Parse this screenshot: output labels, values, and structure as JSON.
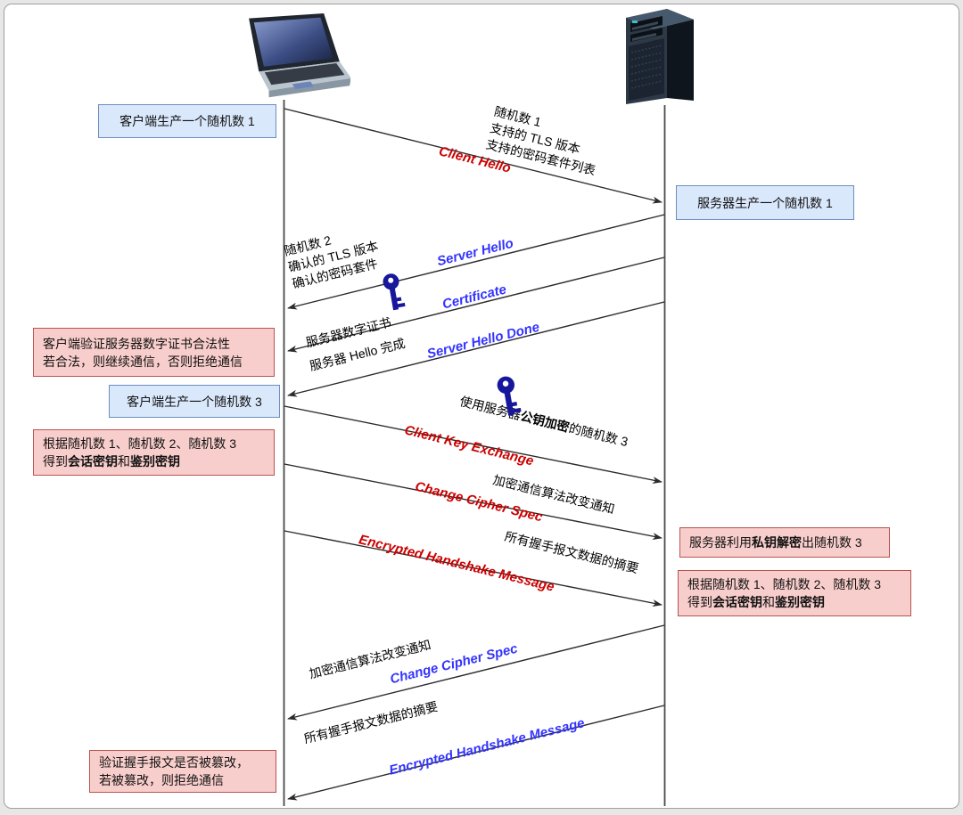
{
  "colors": {
    "note_blue_bg": "#dae8fc",
    "note_blue_border": "#6c8ebf",
    "note_pink_bg": "#f8cecc",
    "note_pink_border": "#b85450",
    "label_red": "#cc0000",
    "label_blue": "#3333ff",
    "key_icon_blue": "#17179b",
    "line_color": "#2b2b2b"
  },
  "actors": {
    "client_icon": "laptop-icon",
    "server_icon": "server-tower-icon"
  },
  "notes": {
    "client_rand1": "客户端生产一个随机数 1",
    "server_rand1": "服务器生产一个随机数 1",
    "verify_cert": {
      "line1": "客户端验证服务器数字证书合法性",
      "line2": "若合法，则继续通信，否则拒绝通信"
    },
    "client_rand3": "客户端生产一个随机数 3",
    "derive_keys_client": {
      "line1": "根据随机数 1、随机数 2、随机数 3",
      "prefix": "得到",
      "bold1": "会话密钥",
      "mid": "和",
      "bold2": "鉴别密钥"
    },
    "server_decrypt": {
      "prefix": "服务器利用",
      "bold": "私钥解密",
      "suffix": "出随机数 3"
    },
    "derive_keys_server": {
      "line1": "根据随机数 1、随机数 2、随机数 3",
      "prefix": "得到",
      "bold1": "会话密钥",
      "mid": "和",
      "bold2": "鉴别密钥"
    },
    "verify_tamper": {
      "line1": "验证握手报文是否被篡改，",
      "line2": "若被篡改，则拒绝通信"
    }
  },
  "messages": {
    "client_hello": {
      "label": "Client Hello",
      "desc1": "随机数 1",
      "desc2": "支持的 TLS 版本",
      "desc3": "支持的密码套件列表"
    },
    "server_hello": {
      "label": "Server Hello",
      "desc1": "随机数 2",
      "desc2": "确认的 TLS 版本",
      "desc3": "确认的密码套件"
    },
    "certificate": {
      "label": "Certificate",
      "desc": "服务器数字证书"
    },
    "server_hello_done": {
      "label": "Server Hello Done",
      "desc": "服务器 Hello 完成"
    },
    "client_key_exchange": {
      "label": "Client Key Exchange",
      "desc_prefix": "使用服务器",
      "desc_bold": "公钥加密",
      "desc_suffix": "的随机数 3"
    },
    "change_cipher_spec_c2s": {
      "label": "Change Cipher Spec",
      "desc": "加密通信算法改变通知"
    },
    "encrypted_handshake_c2s": {
      "label": "Encrypted Handshake Message",
      "desc": "所有握手报文数据的摘要"
    },
    "change_cipher_spec_s2c": {
      "label": "Change Cipher Spec",
      "desc": "加密通信算法改变通知"
    },
    "encrypted_handshake_s2c": {
      "label": "Encrypted Handshake Message",
      "desc": "所有握手报文数据的摘要"
    }
  }
}
